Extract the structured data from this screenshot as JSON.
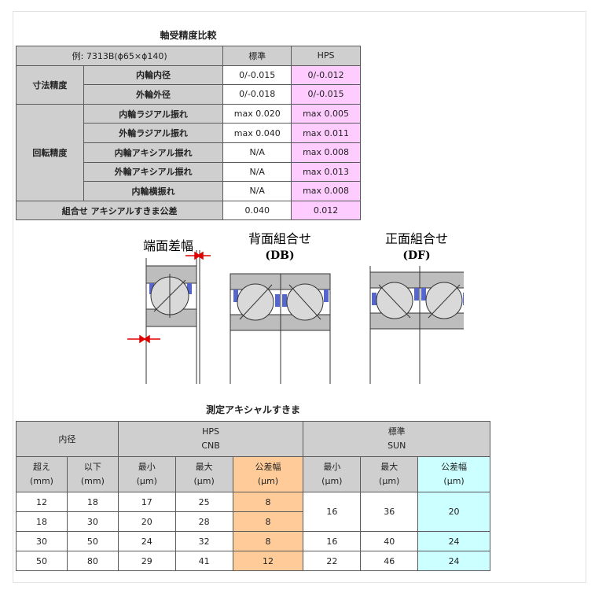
{
  "table1": {
    "title": "軸受精度比較",
    "header": {
      "col1": "例: 7313B(ϕ65×ϕ140)",
      "col2": "標準",
      "col3": "HPS"
    },
    "groups": {
      "dimension": "寸法精度",
      "rotation": "回転精度"
    },
    "rows": [
      {
        "label": "内輪内径",
        "std": "0/-0.015",
        "hps": "0/-0.012"
      },
      {
        "label": "外輪外径",
        "std": "0/-0.018",
        "hps": "0/-0.015"
      },
      {
        "label": "内輪ラジアル振れ",
        "std": "max 0.020",
        "hps": "max 0.005"
      },
      {
        "label": "外輪ラジアル振れ",
        "std": "max 0.040",
        "hps": "max 0.011"
      },
      {
        "label": "内輪アキシアル振れ",
        "std": "N/A",
        "hps": "max 0.008"
      },
      {
        "label": "外輪アキシアル振れ",
        "std": "N/A",
        "hps": "max 0.013"
      },
      {
        "label": "内輪横振れ",
        "std": "N/A",
        "hps": "max 0.008"
      }
    ],
    "combo": {
      "label": "組合せ アキシアルすきま公差",
      "std": "0.040",
      "hps": "0.012"
    }
  },
  "diagram": {
    "label1": "端面差幅",
    "label2": "背面組合せ",
    "label2_sub": "(DB)",
    "label3": "正面組合せ",
    "label3_sub": "(DF)"
  },
  "table2": {
    "title": "測定アキシャルすきま",
    "header": {
      "bore": "内径",
      "hps": "HPS",
      "hps_sub": "CNB",
      "std": "標準",
      "std_sub": "SUN"
    },
    "subheader": {
      "over": "超え",
      "upto": "以下",
      "min": "最小",
      "max": "最大",
      "tol": "公差幅",
      "unit_mm": "(mm)",
      "unit_um": "(μm)"
    },
    "rows": [
      {
        "over": "12",
        "upto": "18",
        "hps_min": "17",
        "hps_max": "25",
        "hps_tol": "8"
      },
      {
        "over": "18",
        "upto": "30",
        "hps_min": "20",
        "hps_max": "28",
        "hps_tol": "8"
      },
      {
        "over": "30",
        "upto": "50",
        "hps_min": "24",
        "hps_max": "32",
        "hps_tol": "8",
        "std_min": "16",
        "std_max": "40",
        "std_tol": "24"
      },
      {
        "over": "50",
        "upto": "80",
        "hps_min": "29",
        "hps_max": "41",
        "hps_tol": "12",
        "std_min": "22",
        "std_max": "46",
        "std_tol": "24"
      }
    ],
    "merged_std": {
      "min": "16",
      "max": "36",
      "tol": "20"
    }
  },
  "colors": {
    "header_gray": "#cfcfcf",
    "hps_pink": "#ffccff",
    "tol_orange": "#ffcc99",
    "tol_cyan": "#ccffff",
    "ball_blue": "#5566cc"
  }
}
